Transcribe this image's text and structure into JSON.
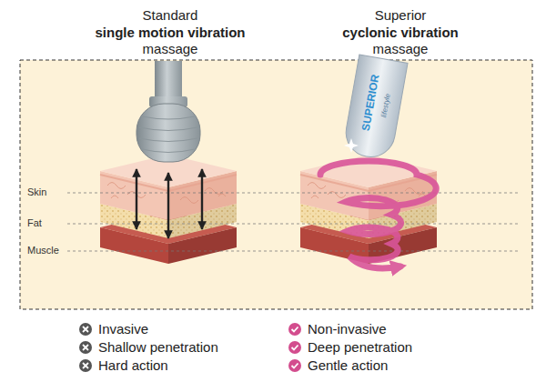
{
  "diagram": {
    "labels": [
      "Standard",
      "single motion vibration",
      "massage",
      "Superior",
      "cyclonic vibration",
      "massage",
      "SUPERIOR",
      "lifestyle",
      "Skin",
      "Fat",
      "Muscle",
      "Invasive",
      "Non-invasive",
      "Shallow penetration",
      "Deep penetration",
      "Hard action",
      "Gentle action"
    ]
  }
}
